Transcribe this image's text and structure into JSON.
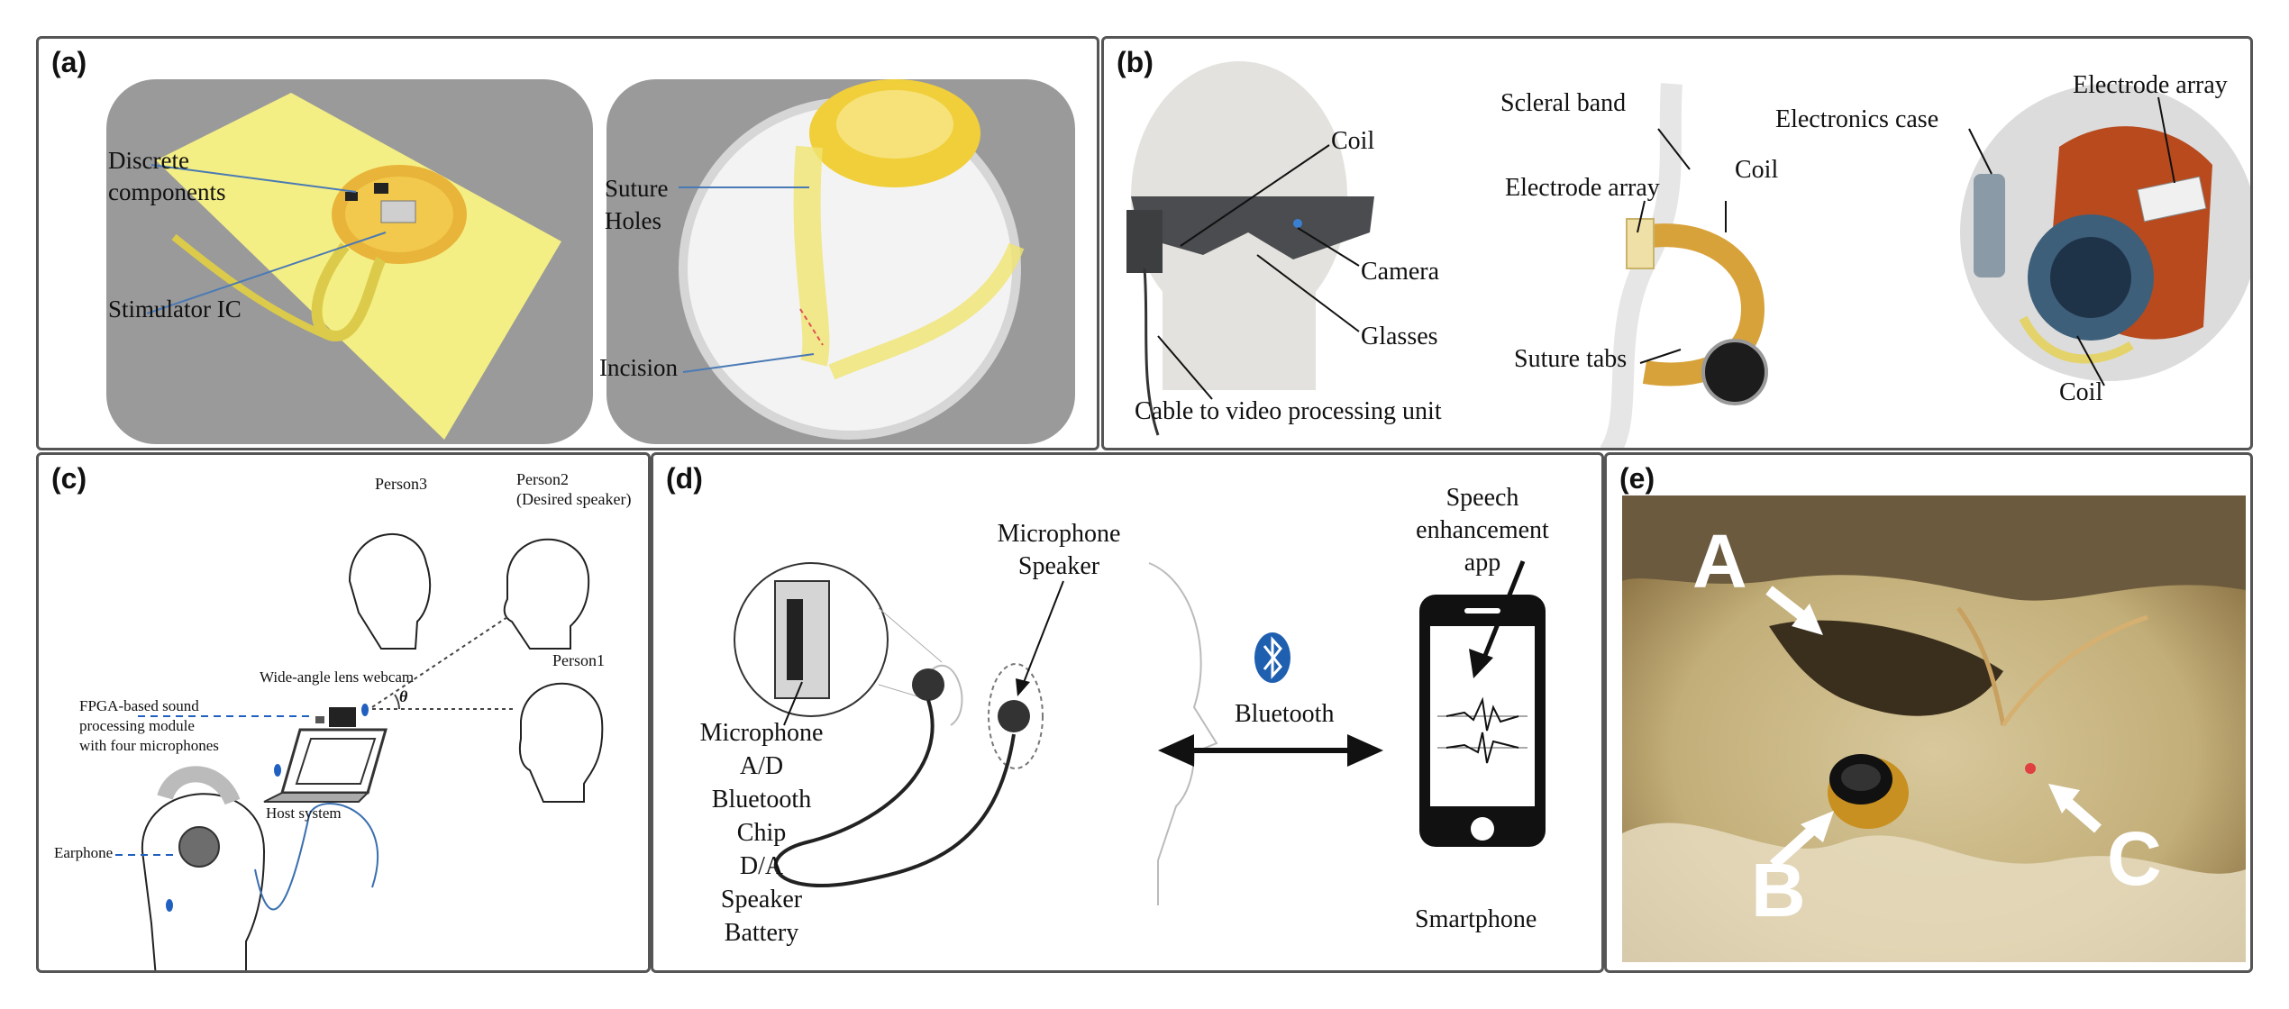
{
  "panels": {
    "a": {
      "label": "(a)",
      "discrete_components": [
        "Discrete",
        "components"
      ],
      "stimulator_ic": "Stimulator IC",
      "suture_holes": [
        "Suture",
        "Holes"
      ],
      "incision": "Incision"
    },
    "b": {
      "label": "(b)",
      "coil_glasses": "Coil",
      "camera": "Camera",
      "glasses": "Glasses",
      "cable": "Cable to video processing unit",
      "scleral_band": "Scleral band",
      "electrode_array_left": "Electrode array",
      "coil_mid": "Coil",
      "suture_tabs": "Suture tabs",
      "electrode_array_right": "Electrode array",
      "electronics_case": "Electronics case",
      "coil_right": "Coil"
    },
    "c": {
      "label": "(c)",
      "person3": "Person3",
      "person2": [
        "Person2",
        "(Desired speaker)"
      ],
      "person1": "Person1",
      "webcam": "Wide-angle lens webcam",
      "theta": "θ",
      "fpga": [
        "FPGA-based sound",
        "processing module",
        "with four microphones"
      ],
      "host": "Host system",
      "earphone": "Earphone"
    },
    "d": {
      "label": "(d)",
      "mic_speaker": [
        "Microphone",
        "Speaker"
      ],
      "components": [
        "Microphone",
        "A/D",
        "Bluetooth",
        "Chip",
        "D/A",
        "Speaker",
        "Battery"
      ],
      "bluetooth": "Bluetooth",
      "app": [
        "Speech",
        "enhancement",
        "app"
      ],
      "smartphone": "Smartphone"
    },
    "e": {
      "label": "(e)",
      "marker_a": "A",
      "marker_b": "B",
      "marker_c": "C"
    }
  },
  "colors": {
    "panel_border": "#555555",
    "implant_yellow": "#f2ec7a",
    "bluetooth_blue": "#1f5fb0",
    "photo_dark": "#3a2e1c"
  },
  "icons": [
    "bluetooth-icon",
    "smartphone-icon",
    "glasses-icon",
    "earphone-icon",
    "laptop-icon"
  ]
}
